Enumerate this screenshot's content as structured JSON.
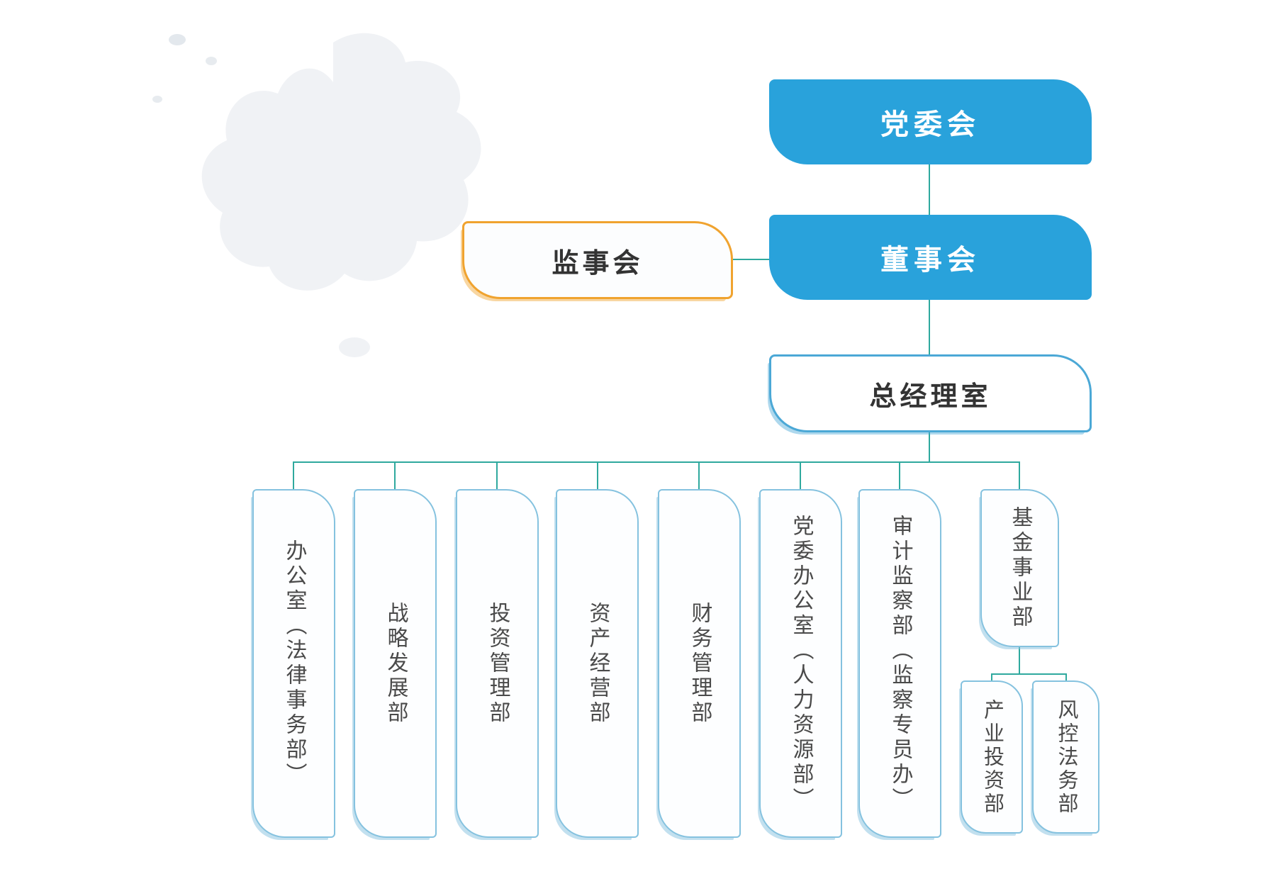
{
  "org_chart": {
    "nodes": {
      "party_committee": {
        "label": "党委会"
      },
      "board_of_directors": {
        "label": "董事会"
      },
      "supervisory_board": {
        "label": "监事会"
      },
      "general_manager_office": {
        "label": "总经理室"
      }
    },
    "departments": [
      {
        "label": "办公室（法律事务部）"
      },
      {
        "label": "战略发展部"
      },
      {
        "label": "投资管理部"
      },
      {
        "label": "资产经营部"
      },
      {
        "label": "财务管理部"
      },
      {
        "label": "党委办公室（人力资源部）"
      },
      {
        "label": "审计监察部（监察专员办）"
      },
      {
        "label": "基金事业部"
      }
    ],
    "fund_sub_departments": [
      {
        "label": "产业投资部"
      },
      {
        "label": "风控法务部"
      }
    ],
    "colors": {
      "primary_blue": "#29A2DB",
      "department_border_blue": "#85C2DF",
      "gm_border_blue": "#4BA8D6",
      "supervisory_border_orange": "#F0A32F",
      "connector_teal": "#2FA99E",
      "node_text_white": "#FFFFFF",
      "node_text_dark": "#333333",
      "department_text": "#4A4A4A",
      "watermark_gray": "#EEF1F4"
    }
  }
}
